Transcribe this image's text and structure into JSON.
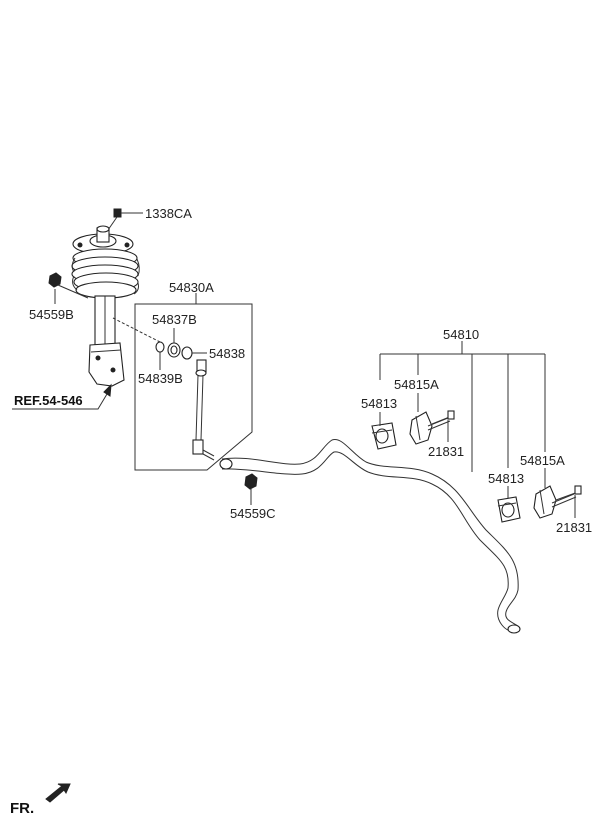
{
  "labels": {
    "p1338CA": "1338CA",
    "p54559B": "54559B",
    "p54830A": "54830A",
    "p54837B": "54837B",
    "p54838": "54838",
    "p54839B": "54839B",
    "ref": "REF.54-546",
    "p54559C": "54559C",
    "p54810": "54810",
    "p54815A_left": "54815A",
    "p54813_left": "54813",
    "p21831_left": "21831",
    "p54813_right": "54813",
    "p54815A_right": "54815A",
    "p21831_right": "21831",
    "fr": "FR."
  }
}
